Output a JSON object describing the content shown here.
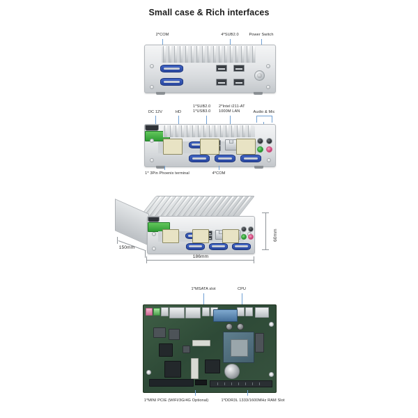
{
  "page": {
    "title": "Small case & Rich interfaces"
  },
  "views": {
    "front": {
      "name": "front-panel-view",
      "labels": {
        "com": "2*COM",
        "usb": "4*SUB2.0",
        "power_switch": "Power Switch"
      }
    },
    "rear": {
      "name": "rear-panel-view",
      "labels": {
        "dc": "DC 12V",
        "hd": "HD",
        "usb_line1": "1*SUB2.0",
        "usb_line2": "1*USB3.0",
        "lan_line1": "2*Intel i211-AT",
        "lan_line2": "1000M LAN",
        "audio": "Audio & Mic",
        "phoenix": "1* 3Pin Phoenix terminal",
        "com": "4*COM"
      }
    },
    "iso": {
      "name": "isometric-view",
      "dimensions": {
        "depth": "150mm",
        "width": "186mm",
        "height": "60mm"
      }
    },
    "board": {
      "name": "mainboard-view",
      "labels": {
        "msata": "1*MSATA slot",
        "cpu": "CPU",
        "minipcie": "1*MINI PCIE  (WIFI/3G/4G Optional)",
        "ram": "1*DDR3L 1333/1600MHz RAM Slot"
      }
    }
  },
  "colors": {
    "leader": "#6e9fd4",
    "com_port": "#24429b",
    "phoenix_terminal": "#2f9b34",
    "text": "#2a2a2a",
    "background": "#ffffff"
  }
}
